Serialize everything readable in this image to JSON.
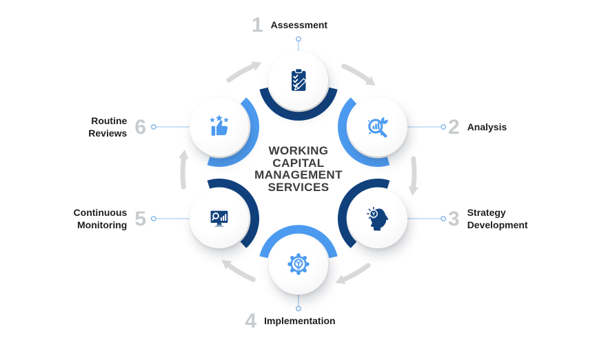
{
  "title": "WORKING\nCAPITAL\nMANAGEMENT\nSERVICES",
  "steps": [
    {
      "number": "1",
      "label": "Assessment",
      "icon": "clipboard-checklist-icon",
      "accent": "dark_blue",
      "position": "top"
    },
    {
      "number": "2",
      "label": "Analysis",
      "icon": "magnifier-bar-chart-icon",
      "accent": "light_blue",
      "position": "right-top"
    },
    {
      "number": "3",
      "label": "Strategy Development",
      "icon": "head-lightbulb-icon",
      "accent": "dark_blue",
      "position": "right-bottom"
    },
    {
      "number": "4",
      "label": "Implementation",
      "icon": "gear-lightbulb-icon",
      "accent": "light_blue",
      "position": "bottom"
    },
    {
      "number": "5",
      "label": "Continuous Monitoring",
      "icon": "monitor-analytics-icon",
      "accent": "dark_blue",
      "position": "left-bottom"
    },
    {
      "number": "6",
      "label": "Routine Reviews",
      "icon": "thumbs-up-stars-icon",
      "accent": "light_blue",
      "position": "left-top"
    }
  ],
  "flow": "clockwise",
  "colors": {
    "dark_blue": "#10417D",
    "light_blue": "#4D9BF0",
    "arrow_gray": "#D9D9D9",
    "number_gray": "#C8CBCD",
    "connector_line": "#BCD7F2",
    "connector_ring": "#7FB3E8",
    "label_text": "#1D1D1D",
    "title_text": "#3C3C3C"
  }
}
